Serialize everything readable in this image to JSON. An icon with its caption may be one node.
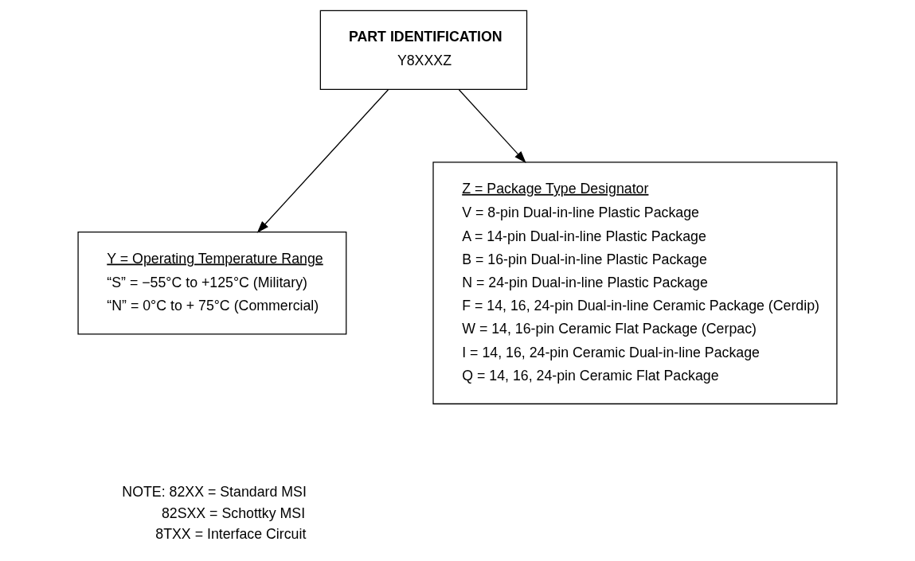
{
  "diagram": {
    "nodes": [
      {
        "text": [
          "PART IDENTIFICATION",
          "Y8XXXZ"
        ]
      },
      {
        "text": [
          "Y = Operating Temperature Range",
          "“S” = −55°C to +125°C (Military)",
          "“N” = 0°C to + 75°C (Commercial)"
        ]
      },
      {
        "text": [
          "Z = Package Type Designator",
          "V = 8-pin Dual-in-line Plastic Package",
          "A = 14-pin Dual-in-line Plastic Package",
          "B = 16-pin Dual-in-line Plastic Package",
          "N = 24-pin Dual-in-line Plastic Package",
          "F = 14, 16, 24-pin Dual-in-line Ceramic Package (Cerdip)",
          "W = 14, 16-pin Ceramic Flat Package (Cerpac)",
          "I = 14, 16, 24-pin Ceramic Dual-in-line Package",
          "Q = 14, 16, 24-pin Ceramic Flat Package"
        ]
      }
    ],
    "edges": [
      {
        "from": 0,
        "to": 1,
        "arrow": "to"
      },
      {
        "from": 0,
        "to": 2,
        "arrow": "to"
      }
    ],
    "labels": [
      "NOTE: 82XX = Standard MSI",
      "82SXX = Schottky MSI",
      "8TXX = Interface Circuit"
    ]
  }
}
